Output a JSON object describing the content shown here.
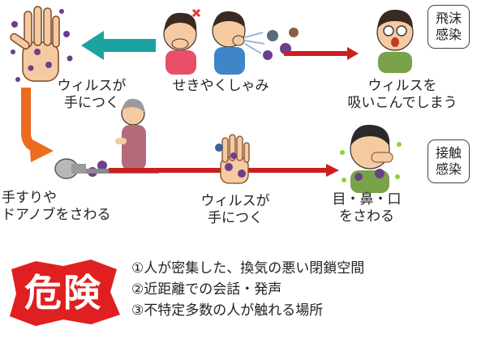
{
  "diagram": {
    "top_row": {
      "hand_label": "ウィルスが\n手につく",
      "sneeze_label": "せきやくしゃみ",
      "inhale_label": "ウィルスを\n吸いこんでしまう",
      "route_box": "飛沫\n感染"
    },
    "bottom_row": {
      "touch_label": "手すりや\nドアノブをさわる",
      "hand_label": "ウィルスが\n手につく",
      "face_label": "目・鼻・口\nをさわる",
      "route_box": "接触\n感染"
    },
    "danger": {
      "badge": "危険",
      "items": [
        "①人が密集した、換気の悪い閉鎖空間",
        "②近距離での会話・発声",
        "③不特定多数の人が触れる場所"
      ]
    }
  }
}
